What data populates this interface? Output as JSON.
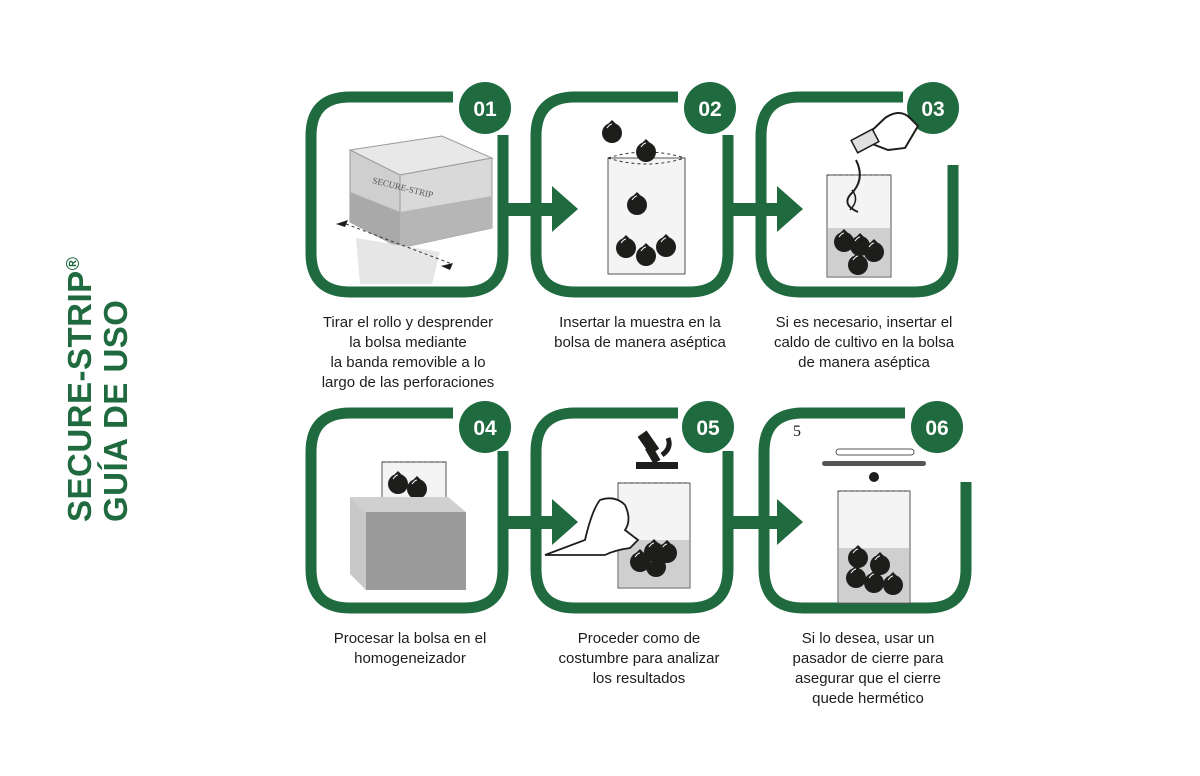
{
  "title": {
    "line1": "SECURE-STRIP",
    "reg": "®",
    "line2": "GUÍA DE USO"
  },
  "colors": {
    "green": "#1f6a3e",
    "text": "#1d1d1b",
    "gray_box": "#bdbdbd"
  },
  "steps": [
    {
      "number": "01",
      "caption": [
        "Tirar el rollo y desprender",
        "la bolsa mediante",
        "la banda removible a lo",
        "largo de las perforaciones"
      ],
      "box_label": "SECURE-STRIP"
    },
    {
      "number": "02",
      "caption": [
        "Insertar la muestra en la",
        "bolsa de manera aséptica"
      ]
    },
    {
      "number": "03",
      "caption": [
        "Si es necesario, insertar el",
        "caldo de cultivo en la bolsa",
        "de manera aséptica"
      ]
    },
    {
      "number": "04",
      "caption": [
        "Procesar la bolsa en el",
        "homogeneizador"
      ]
    },
    {
      "number": "05",
      "caption": [
        "Proceder como de",
        "costumbre para analizar",
        "los resultados"
      ]
    },
    {
      "number": "06",
      "caption": [
        "Si lo desea, usar un",
        "pasador de cierre para",
        "asegurar que el cierre",
        "quede hermético"
      ],
      "corner_mark": "5"
    }
  ]
}
